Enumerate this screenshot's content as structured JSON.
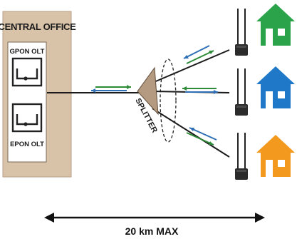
{
  "central_office": {
    "title": "CENTRAL OFFICE",
    "fill_color": "#d8c3a8",
    "olts": [
      {
        "label": "GPON OLT"
      },
      {
        "label": "EPON OLT"
      }
    ]
  },
  "splitter": {
    "label": "SPLITTER",
    "fill_color": "#b49a80"
  },
  "distance": {
    "label": "20 km MAX"
  },
  "colors": {
    "upstream_arrow": "#2e8b3a",
    "downstream_arrow": "#2f6fb5",
    "fiber": "#1a1a1a"
  },
  "houses": [
    {
      "name": "house-green",
      "color": "#2aa34a",
      "icon": "house-icon"
    },
    {
      "name": "house-blue",
      "color": "#1f78c8",
      "icon": "house-icon"
    },
    {
      "name": "house-orange",
      "color": "#f39a1e",
      "icon": "house-icon"
    }
  ],
  "onts": [
    {
      "icon": "router-icon"
    },
    {
      "icon": "router-icon"
    },
    {
      "icon": "router-icon"
    }
  ]
}
